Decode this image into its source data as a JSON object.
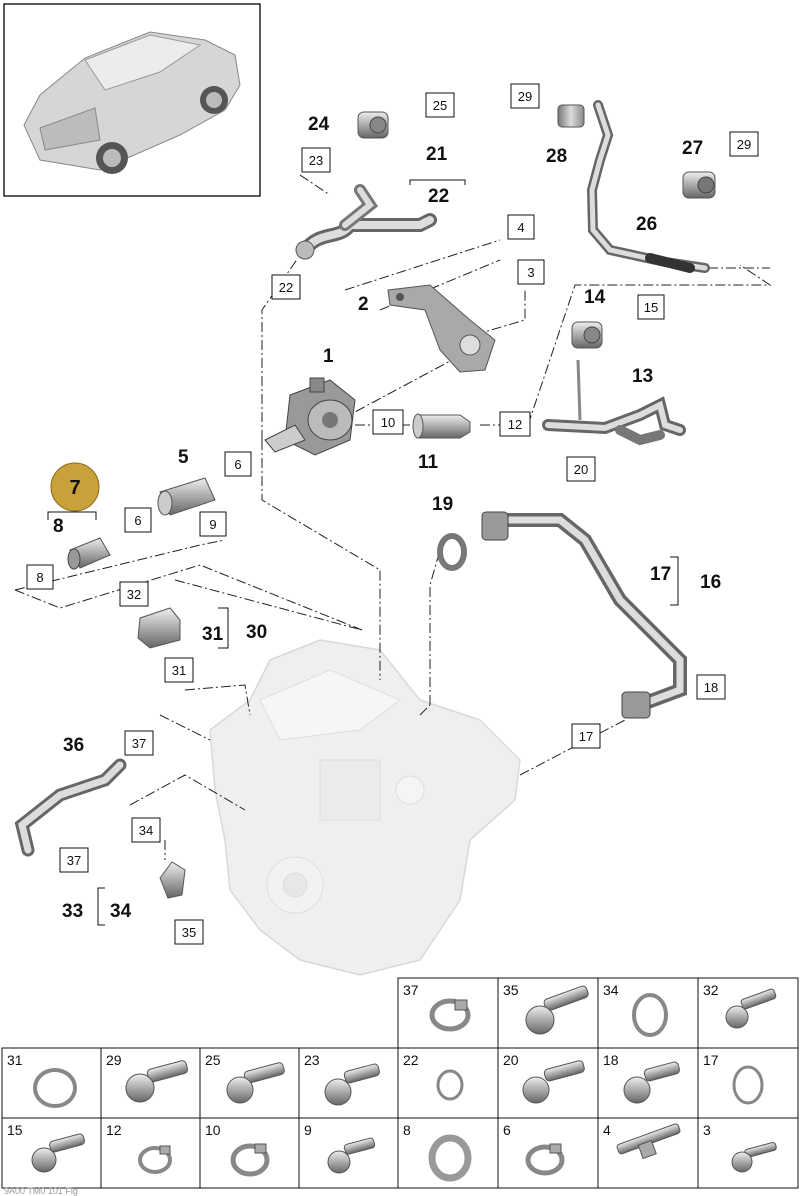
{
  "highlighted_part": "7",
  "callouts": {
    "c1": "1",
    "c2": "2",
    "c5": "5",
    "c8": "8",
    "c11": "11",
    "c13": "13",
    "c14": "14",
    "c16": "16",
    "c17": "17",
    "c19": "19",
    "c21": "21",
    "c22": "22",
    "c24": "24",
    "c26": "26",
    "c27": "27",
    "c28": "28",
    "c30": "30",
    "c31": "31",
    "c33": "33",
    "c34": "34",
    "c36": "36"
  },
  "boxed_refs": {
    "b3": "3",
    "b4": "4",
    "b6a": "6",
    "b6b": "6",
    "b8": "8",
    "b9": "9",
    "b10": "10",
    "b12": "12",
    "b15": "15",
    "b17": "17",
    "b18": "18",
    "b20": "20",
    "b22": "22",
    "b23": "23",
    "b25": "25",
    "b29a": "29",
    "b29b": "29",
    "b31": "31",
    "b32": "32",
    "b34": "34",
    "b35": "35",
    "b37a": "37",
    "b37b": "37"
  },
  "parts_table": {
    "row1": [
      "37",
      "35",
      "34",
      "32"
    ],
    "row2": [
      "31",
      "29",
      "25",
      "23",
      "22",
      "20",
      "18",
      "17"
    ],
    "row3": [
      "15",
      "12",
      "10",
      "9",
      "8",
      "6",
      "4",
      "3"
    ]
  },
  "footer_text": "9A00 TM0 101 Fig"
}
